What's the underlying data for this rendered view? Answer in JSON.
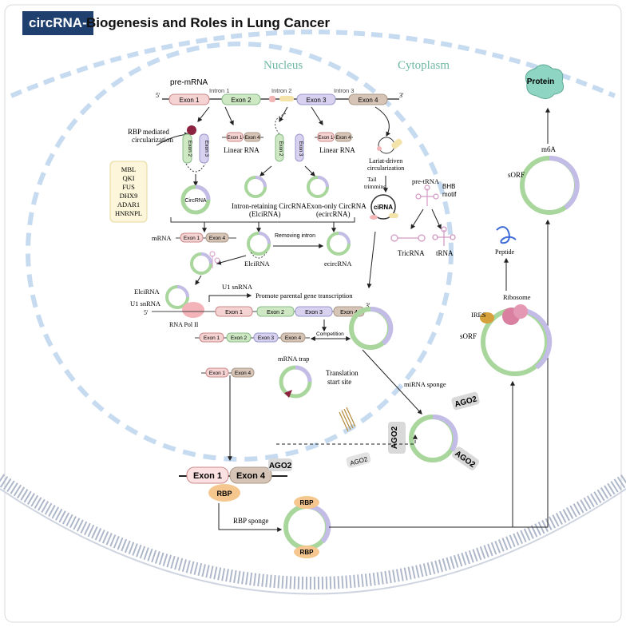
{
  "title": {
    "badge": "circRNA-",
    "text": "Biogenesis and Roles in Lung Cancer"
  },
  "compartments": {
    "nucleus": "Nucleus",
    "cytoplasm": "Cytoplasm"
  },
  "pre_mrna": {
    "label": "pre-mRNA",
    "five_prime": "5'",
    "three_prime": "3'",
    "exons": [
      "Exon 1",
      "Exon 2",
      "Exon 3",
      "Exon 4"
    ],
    "introns": [
      "Intron 1",
      "Intron 2",
      "Intron 3"
    ]
  },
  "rbp_mediated": {
    "label_line1": "RBP mediated",
    "label_line2": "circularization",
    "proteins": [
      "MBL",
      "QKI",
      "FUS",
      "DHX9",
      "ADAR1",
      "HNRNPL"
    ]
  },
  "linear_rna": {
    "label": "Linear RNA",
    "exon1": "Exon 1",
    "exon4": "Exon 4"
  },
  "circ": {
    "circrna": "CircRNA",
    "exon2": "Exon 2",
    "exon3": "Exon 3"
  },
  "elcirna": {
    "line1": "Intron-retaining CircRNA",
    "line2": "(ElciRNA)"
  },
  "ecircrna": {
    "line1": "Exon-only CircRNA",
    "line2": "(ecircRNA)"
  },
  "lariat": {
    "line1": "Lariat-driven",
    "line2": "circularization",
    "tail1": "Tail",
    "tail2": "trimming",
    "cirna": "ciRNA"
  },
  "trna": {
    "pre": "pre-tRNA",
    "bhb1": "BHB",
    "bhb2": "motif",
    "tricrna": "TricRNA",
    "trna": "tRNA"
  },
  "middle": {
    "mrna": "mRNA",
    "removing_intron": "Removing intron",
    "elcirna": "ElciRNA",
    "ecircrna": "ecircRNA",
    "u1": "U1 snRNA",
    "promote": "Promote parental gene transcription",
    "elcirna_left": "ElciRNA",
    "u1_left": "U1 snRNA",
    "five": "5'",
    "three": "3'",
    "rna_pol": "RNA Pol II",
    "competition": "Competition"
  },
  "trap": {
    "label": "mRNA trap",
    "tss1": "Translation",
    "tss2": "start site"
  },
  "sponge": {
    "mirna": "miRNA sponge",
    "ago2": "AGO2",
    "rbp_sponge": "RBP sponge",
    "rbp": "RBP"
  },
  "translation": {
    "ires": "IRES",
    "ribosome": "Ribosome",
    "peptide": "Peptide",
    "sorf": "sORF",
    "m6a": "m6A",
    "protein": "Protein"
  },
  "colors": {
    "green": "#a9d69c",
    "lavender": "#c2bce6",
    "pink": "#f6d3d3",
    "brown": "#c9b4a3",
    "navy": "#1f3f6e",
    "teal": "#6fb7a5"
  }
}
